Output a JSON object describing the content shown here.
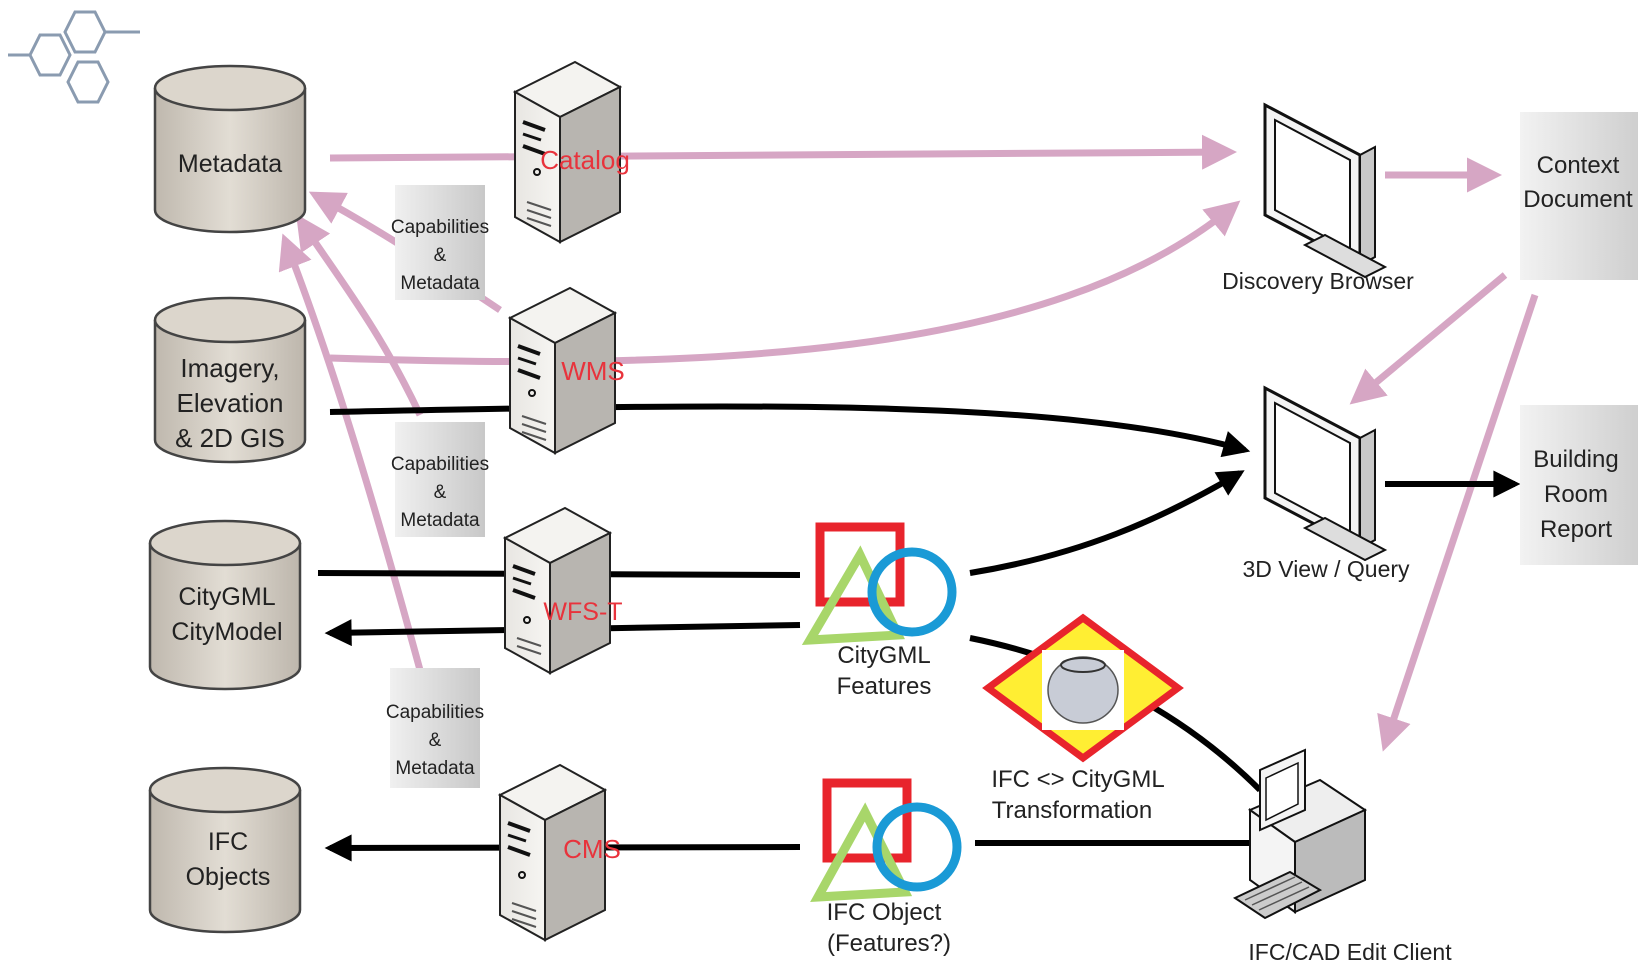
{
  "colors": {
    "pink_flow": "#d6a6c4",
    "black_flow": "#000000",
    "service_label": "#e8333c",
    "red_square": "#e8242c",
    "blue_circle": "#1a9ad6",
    "green_triangle": "#a8d66a",
    "diamond_fill": "#ffee33",
    "diamond_border": "#e8242c"
  },
  "datastores": {
    "metadata": {
      "lines": [
        "Metadata"
      ]
    },
    "imagery": {
      "lines": [
        "Imagery,",
        "Elevation",
        "& 2D GIS"
      ]
    },
    "citygml": {
      "lines": [
        "CityGML",
        "CityModel"
      ]
    },
    "ifc": {
      "lines": [
        "IFC",
        "Objects"
      ]
    }
  },
  "services": {
    "catalog": "Catalog",
    "wms": "WMS",
    "wfst": "WFS-T",
    "cms": "CMS"
  },
  "notes": {
    "cap1": [
      "Capabilities",
      "&",
      "Metadata"
    ],
    "cap2": [
      "Capabilities",
      "&",
      "Metadata"
    ],
    "cap3": [
      "Capabilities",
      "&",
      "Metadata"
    ]
  },
  "clients": {
    "discovery": "Discovery Browser",
    "view3d": "3D View / Query",
    "edit": "IFC/CAD Edit Client"
  },
  "documents": {
    "context": [
      "Context",
      "Document"
    ],
    "report": [
      "Building",
      "Room",
      "Report"
    ]
  },
  "features": {
    "citygml": [
      "CityGML",
      "Features"
    ],
    "ifc": [
      "IFC Object",
      "(Features?)"
    ],
    "transform": [
      "IFC <> CityGML",
      "Transformation"
    ]
  }
}
